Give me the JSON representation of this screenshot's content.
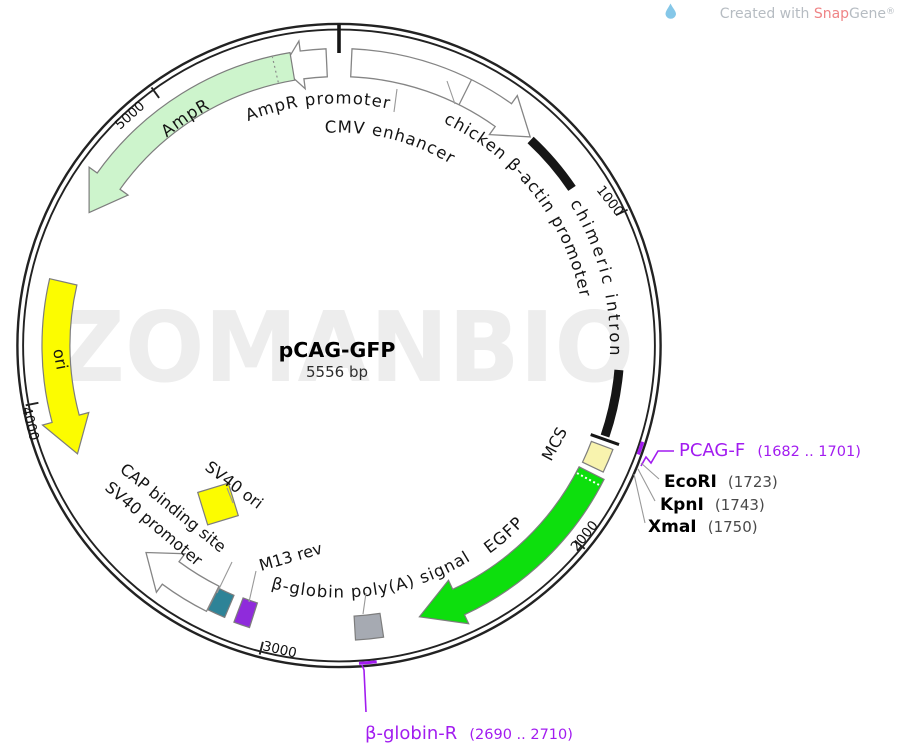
{
  "header": {
    "created_with": "Created with ",
    "brand_part1": "Snap",
    "brand_part2": "Gene",
    "registered": "®"
  },
  "watermark": "ZOMANBIO",
  "title": {
    "name": "pCAG-GFP",
    "size": "5556 bp"
  },
  "tick_labels": {
    "t1000": "1000",
    "t2000": "2000",
    "t3000": "3000",
    "t4000": "4000",
    "t5000": "5000"
  },
  "features": {
    "ampr_promoter": "AmpR promoter",
    "cmv_enhancer": "CMV enhancer",
    "actin_promoter": "chicken β-actin promoter",
    "chimeric_intron": "chimeric intron",
    "mcs": "MCS",
    "egfp": "EGFP",
    "beta_globin_polya": "β-globin poly(A) signal",
    "m13_rev": "M13 rev",
    "sv40_promoter": "SV40 promoter",
    "cap_binding_site": "CAP binding site",
    "sv40_ori": "SV40 ori",
    "ori": "ori",
    "ampr": "AmpR"
  },
  "primers": {
    "pcag_f": {
      "name": "PCAG-F",
      "range": "(1682 .. 1701)"
    },
    "beta_globin_r": {
      "name": "β-globin-R",
      "range": "(2690 .. 2710)"
    }
  },
  "enzymes": {
    "ecori": {
      "name": "EcoRI",
      "pos": "(1723)"
    },
    "kpni": {
      "name": "KpnI",
      "pos": "(1743)"
    },
    "xmai": {
      "name": "XmaI",
      "pos": "(1750)"
    }
  },
  "colors": {
    "egfp_fill": "#0ddf0d",
    "ampr_fill": "#cdf4cc",
    "ori_fill": "#fcfc00",
    "sv40_ori_fill": "#fcfc00",
    "mcs_fill": "#f8f3ae",
    "cap_fill": "#2e8397",
    "m13_fill": "#8f2bdb",
    "polya_fill": "#a6aab2",
    "intron_color": "#161616",
    "primer_color": "#a21cf0",
    "snapgene_accent": "#ef8486",
    "header_gray": "#b6bcc2",
    "logo_blue": "#85c7e8",
    "watermark_color": "#ededed"
  }
}
